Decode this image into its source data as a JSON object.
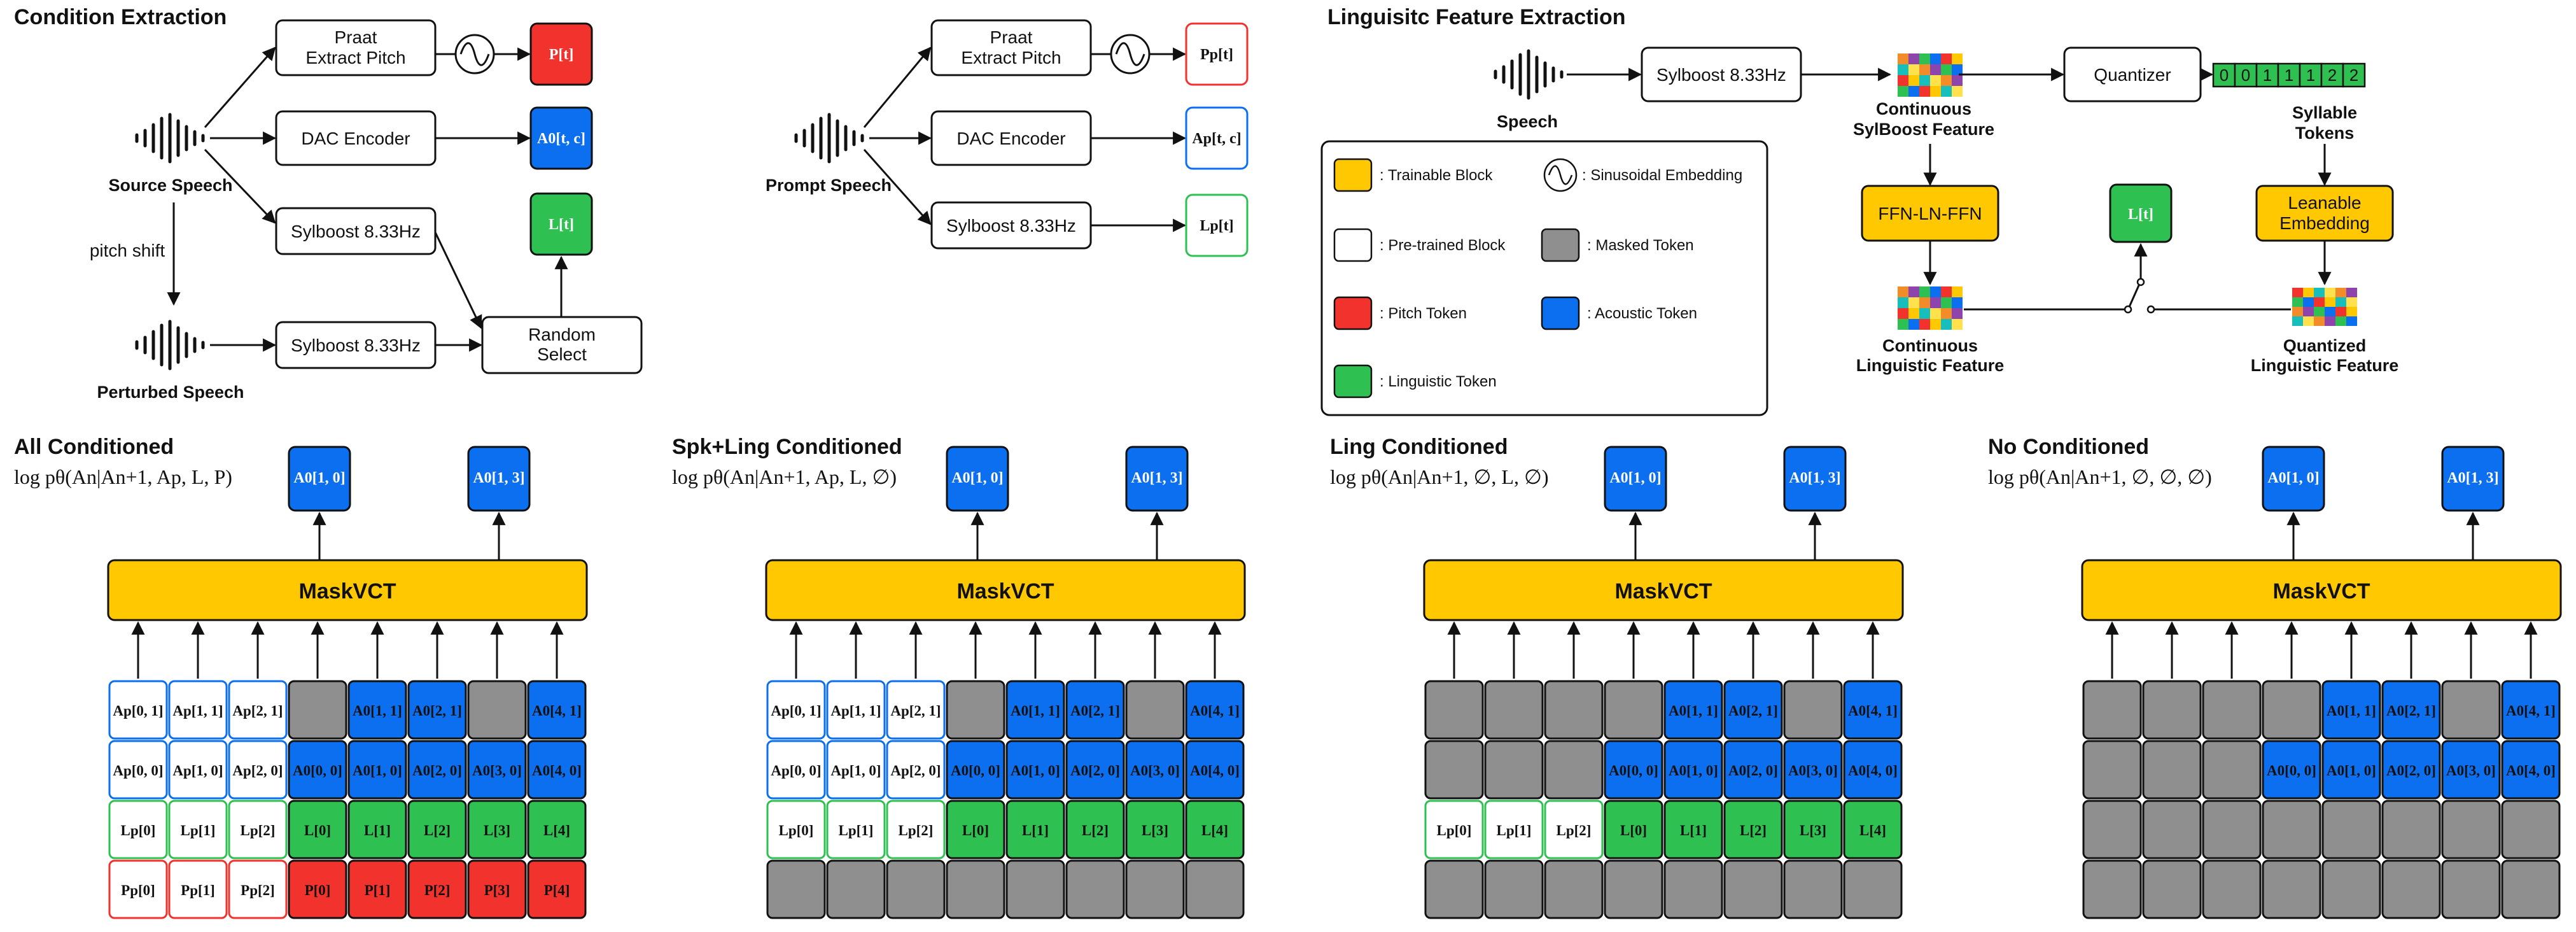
{
  "colors": {
    "trainable": "#FFC800",
    "pretrained": "#FFFFFF",
    "pitch": "#F2322D",
    "acoustic": "#0B6FF0",
    "linguistic": "#2FC052",
    "masked": "#8F8F8F"
  },
  "condition": {
    "title": "Condition Extraction",
    "source_speech": "Source Speech",
    "perturbed_speech": "Perturbed Speech",
    "pitch_shift": "pitch shift",
    "praat_line1": "Praat",
    "praat_line2": "Extract Pitch",
    "dac": "DAC Encoder",
    "sylboost": "Sylboost 8.33Hz",
    "random_line1": "Random",
    "random_line2": "Select",
    "out_pitch": "P[t]",
    "out_acoustic": "A0[t, c]",
    "out_ling": "L[t]"
  },
  "prompt": {
    "prompt_speech": "Prompt Speech",
    "praat_line1": "Praat",
    "praat_line2": "Extract Pitch",
    "dac": "DAC Encoder",
    "sylboost": "Sylboost 8.33Hz",
    "out_pitch": "Pp[t]",
    "out_acoustic": "Ap[t, c]",
    "out_ling": "Lp[t]"
  },
  "linguistic": {
    "title": "Linguisitc Feature Extraction",
    "speech": "Speech",
    "sylboost": "Sylboost 8.33Hz",
    "cont_sylboost_line1": "Continuous",
    "cont_sylboost_line2": "SylBoost Feature",
    "quantizer": "Quantizer",
    "tokens": [
      "0",
      "0",
      "1",
      "1",
      "1",
      "2",
      "2"
    ],
    "syll_line1": "Syllable",
    "syll_line2": "Tokens",
    "ffn": "FFN-LN-FFN",
    "lt": "L[t]",
    "embed_line1": "Leanable",
    "embed_line2": "Embedding",
    "cont_ling_line1": "Continuous",
    "cont_ling_line2": "Linguistic Feature",
    "quant_ling_line1": "Quantized",
    "quant_ling_line2": "Linguistic Feature"
  },
  "legend": {
    "items": [
      {
        "label": ": Trainable Block",
        "kind": "trainable"
      },
      {
        "label": ": Sinusoidal Embedding",
        "kind": "sinusoidal"
      },
      {
        "label": ": Pre-trained Block",
        "kind": "pretrained"
      },
      {
        "label": ": Masked Token",
        "kind": "masked"
      },
      {
        "label": ": Pitch Token",
        "kind": "pitch"
      },
      {
        "label": ": Acoustic Token",
        "kind": "acoustic"
      },
      {
        "label": ": Linguistic Token",
        "kind": "linguistic"
      }
    ]
  },
  "panels": [
    {
      "title": "All Conditioned",
      "formula": "log pθ(An|An+1, Ap, L, P)",
      "model": "MaskVCT",
      "outputs": [
        "A0[1, 0]",
        "A0[1, 3]"
      ],
      "rows": [
        [
          "Ap[0, 1]",
          "Ap[1, 1]",
          "Ap[2, 1]",
          "",
          "A0[1, 1]",
          "A0[2, 1]",
          "",
          "A0[4, 1]"
        ],
        [
          "Ap[0, 0]",
          "Ap[1, 0]",
          "Ap[2, 0]",
          "A0[0, 0]",
          "A0[1, 0]",
          "A0[2, 0]",
          "A0[3, 0]",
          "A0[4, 0]"
        ],
        [
          "Lp[0]",
          "Lp[1]",
          "Lp[2]",
          "L[0]",
          "L[1]",
          "L[2]",
          "L[3]",
          "L[4]"
        ],
        [
          "Pp[0]",
          "Pp[1]",
          "Pp[2]",
          "P[0]",
          "P[1]",
          "P[2]",
          "P[3]",
          "P[4]"
        ]
      ],
      "types": [
        [
          "pa",
          "pa",
          "pa",
          "m",
          "a",
          "a",
          "m",
          "a"
        ],
        [
          "pa",
          "pa",
          "pa",
          "a",
          "a",
          "a",
          "a",
          "a"
        ],
        [
          "pl",
          "pl",
          "pl",
          "l",
          "l",
          "l",
          "l",
          "l"
        ],
        [
          "pp",
          "pp",
          "pp",
          "p",
          "p",
          "p",
          "p",
          "p"
        ]
      ]
    },
    {
      "title": "Spk+Ling Conditioned",
      "formula": "log pθ(An|An+1, Ap, L, ∅)",
      "model": "MaskVCT",
      "outputs": [
        "A0[1, 0]",
        "A0[1, 3]"
      ],
      "rows": [
        [
          "Ap[0, 1]",
          "Ap[1, 1]",
          "Ap[2, 1]",
          "",
          "A0[1, 1]",
          "A0[2, 1]",
          "",
          "A0[4, 1]"
        ],
        [
          "Ap[0, 0]",
          "Ap[1, 0]",
          "Ap[2, 0]",
          "A0[0, 0]",
          "A0[1, 0]",
          "A0[2, 0]",
          "A0[3, 0]",
          "A0[4, 0]"
        ],
        [
          "Lp[0]",
          "Lp[1]",
          "Lp[2]",
          "L[0]",
          "L[1]",
          "L[2]",
          "L[3]",
          "L[4]"
        ],
        [
          "",
          "",
          "",
          "",
          "",
          "",
          "",
          ""
        ]
      ],
      "types": [
        [
          "pa",
          "pa",
          "pa",
          "m",
          "a",
          "a",
          "m",
          "a"
        ],
        [
          "pa",
          "pa",
          "pa",
          "a",
          "a",
          "a",
          "a",
          "a"
        ],
        [
          "pl",
          "pl",
          "pl",
          "l",
          "l",
          "l",
          "l",
          "l"
        ],
        [
          "m",
          "m",
          "m",
          "m",
          "m",
          "m",
          "m",
          "m"
        ]
      ]
    },
    {
      "title": "Ling Conditioned",
      "formula": "log pθ(An|An+1, ∅, L, ∅)",
      "model": "MaskVCT",
      "outputs": [
        "A0[1, 0]",
        "A0[1, 3]"
      ],
      "rows": [
        [
          "",
          "",
          "",
          "",
          "A0[1, 1]",
          "A0[2, 1]",
          "",
          "A0[4, 1]"
        ],
        [
          "",
          "",
          "",
          "A0[0, 0]",
          "A0[1, 0]",
          "A0[2, 0]",
          "A0[3, 0]",
          "A0[4, 0]"
        ],
        [
          "Lp[0]",
          "Lp[1]",
          "Lp[2]",
          "L[0]",
          "L[1]",
          "L[2]",
          "L[3]",
          "L[4]"
        ],
        [
          "",
          "",
          "",
          "",
          "",
          "",
          "",
          ""
        ]
      ],
      "types": [
        [
          "m",
          "m",
          "m",
          "m",
          "a",
          "a",
          "m",
          "a"
        ],
        [
          "m",
          "m",
          "m",
          "a",
          "a",
          "a",
          "a",
          "a"
        ],
        [
          "pl",
          "pl",
          "pl",
          "l",
          "l",
          "l",
          "l",
          "l"
        ],
        [
          "m",
          "m",
          "m",
          "m",
          "m",
          "m",
          "m",
          "m"
        ]
      ]
    },
    {
      "title": "No Conditioned",
      "formula": "log pθ(An|An+1, ∅, ∅, ∅)",
      "model": "MaskVCT",
      "outputs": [
        "A0[1, 0]",
        "A0[1, 3]"
      ],
      "rows": [
        [
          "",
          "",
          "",
          "",
          "A0[1, 1]",
          "A0[2, 1]",
          "",
          "A0[4, 1]"
        ],
        [
          "",
          "",
          "",
          "A0[0, 0]",
          "A0[1, 0]",
          "A0[2, 0]",
          "A0[3, 0]",
          "A0[4, 0]"
        ],
        [
          "",
          "",
          "",
          "",
          "",
          "",
          "",
          ""
        ],
        [
          "",
          "",
          "",
          "",
          "",
          "",
          "",
          ""
        ]
      ],
      "types": [
        [
          "m",
          "m",
          "m",
          "m",
          "a",
          "a",
          "m",
          "a"
        ],
        [
          "m",
          "m",
          "m",
          "a",
          "a",
          "a",
          "a",
          "a"
        ],
        [
          "m",
          "m",
          "m",
          "m",
          "m",
          "m",
          "m",
          "m"
        ],
        [
          "m",
          "m",
          "m",
          "m",
          "m",
          "m",
          "m",
          "m"
        ]
      ]
    }
  ]
}
